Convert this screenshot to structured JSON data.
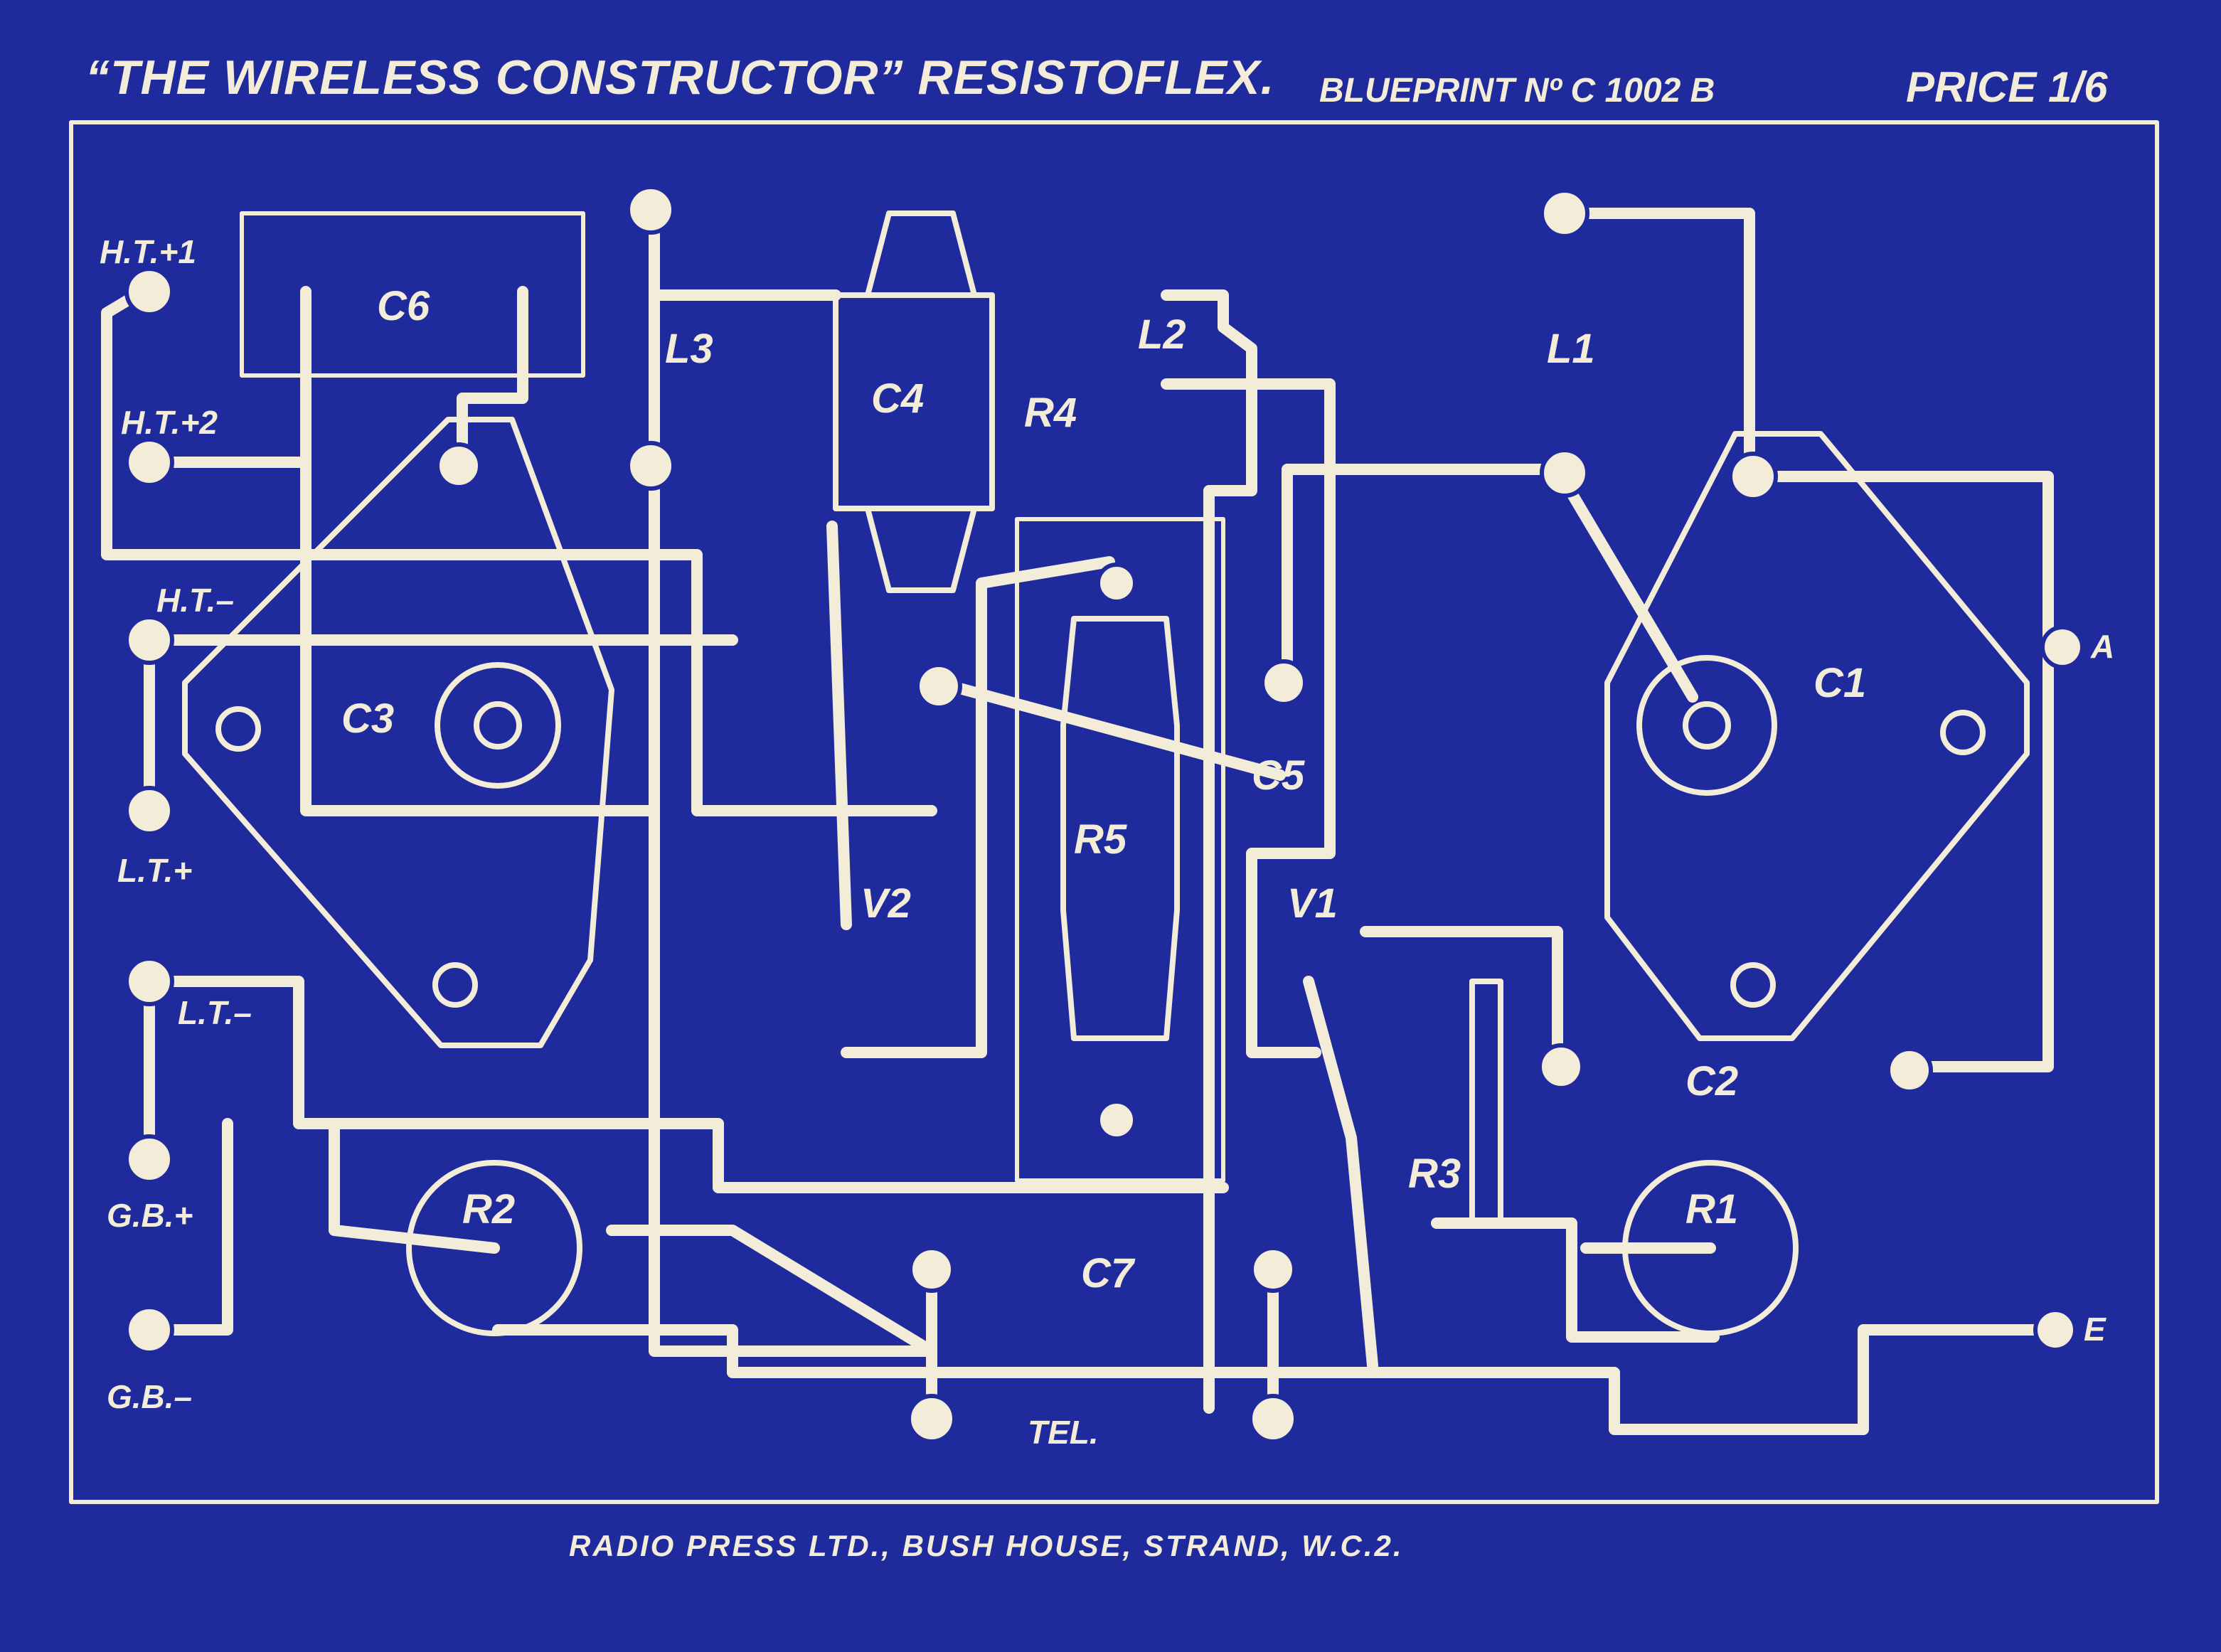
{
  "header": {
    "title": "“THE WIRELESS CONSTRUCTOR” RESISTOFLEX.",
    "blueprint": "BLUEPRINT Nº C 1002 B",
    "price": "PRICE 1/6"
  },
  "footer": "RADIO PRESS LTD., BUSH HOUSE, STRAND, W.C.2.",
  "terminals": {
    "ht_plus_1": "H.T.+1",
    "ht_plus_2": "H.T.+2",
    "ht_minus": "H.T.–",
    "lt_plus": "L.T.+",
    "lt_minus": "L.T.–",
    "gb_plus": "G.B.+",
    "gb_minus": "G.B.–",
    "a": "A",
    "e": "E",
    "tel": "TEL."
  },
  "components": {
    "c1": "C1",
    "c2": "C2",
    "c3": "C3",
    "c4": "C4",
    "c5": "C5",
    "c6": "C6",
    "c7": "C7",
    "r1": "R1",
    "r2": "R2",
    "r3": "R3",
    "r4": "R4",
    "r5": "R5",
    "l1": "L1",
    "l2": "L2",
    "l3": "L3",
    "v1": "V1",
    "v2": "V2"
  },
  "colors": {
    "background": "#1f2b9c",
    "line": "#f3ecd8"
  }
}
